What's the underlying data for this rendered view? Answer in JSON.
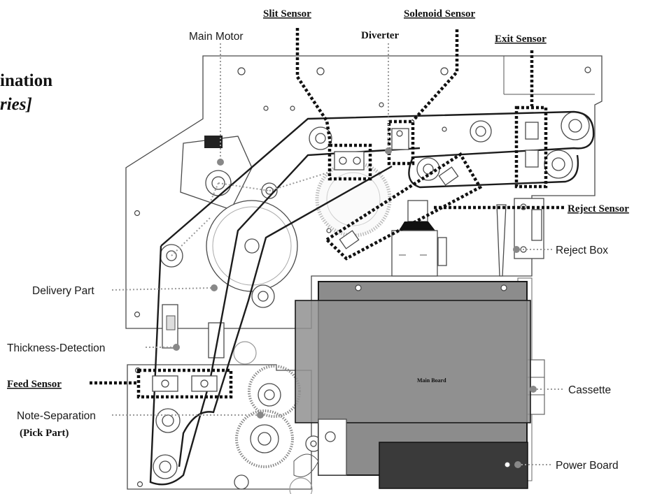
{
  "header": {
    "title_fragment": "ination",
    "subtitle_fragment": "ries]"
  },
  "labels": {
    "main_motor": "Main Motor",
    "slit_sensor": "Slit Sensor",
    "solenoid_sensor": "Solenoid Sensor",
    "diverter": "Diverter",
    "exit_sensor": "Exit Sensor",
    "reject_sensor": "Reject Sensor",
    "reject_box": "Reject Box",
    "delivery_part": "Delivery Part",
    "thickness_detection": "Thickness-Detection",
    "feed_sensor": "Feed Sensor",
    "cassette": "Cassette",
    "note_separation": "Note-Separation",
    "pick_part": "(Pick Part)",
    "power_board": "Power Board",
    "main_board": "Main Board"
  },
  "colors": {
    "board_fill": "#8c8c8c",
    "power_board_fill": "#3a3a3a",
    "sensor_outline": "#111111",
    "leader_dots": "#9a9a9a"
  }
}
